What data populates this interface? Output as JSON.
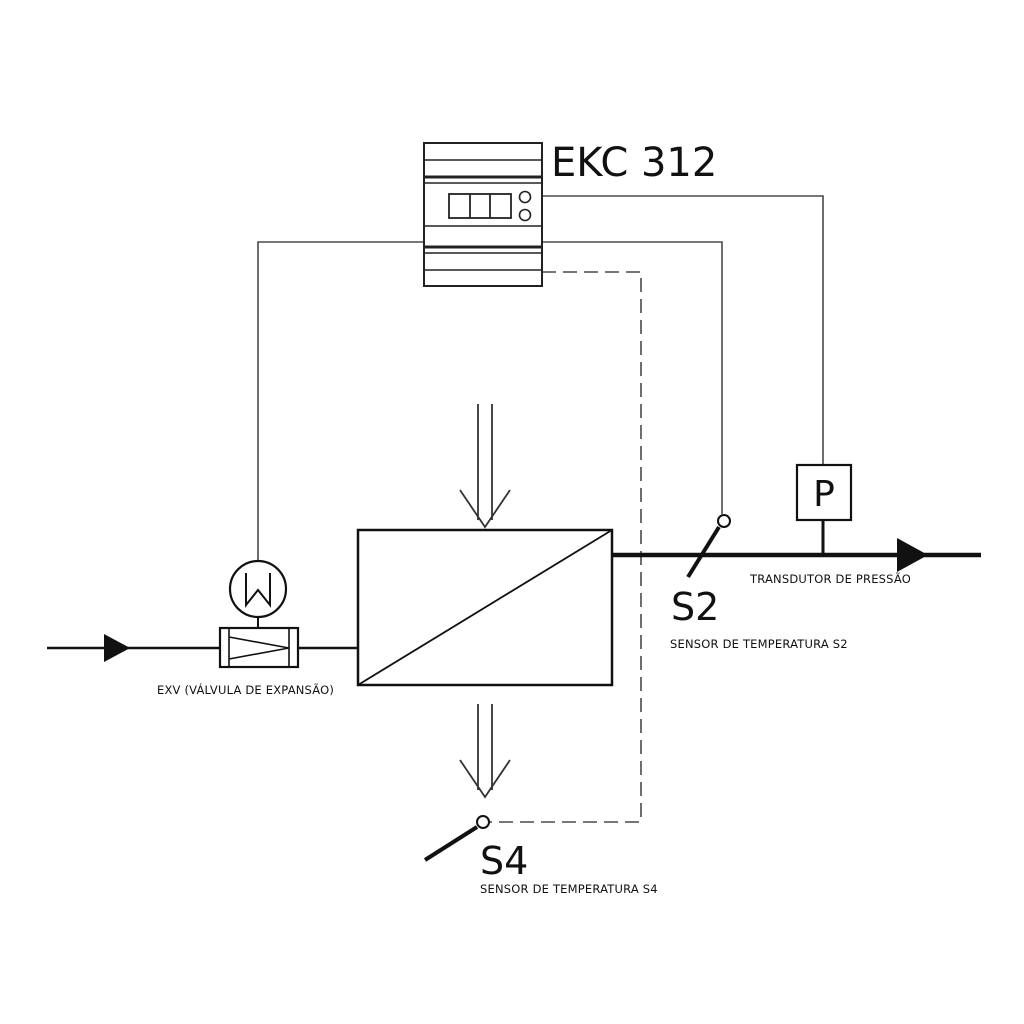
{
  "controller": {
    "label": "EKC 312"
  },
  "sensors": {
    "s2": {
      "tag": "S2",
      "caption": "SENSOR DE TEMPERATURA S2"
    },
    "s4": {
      "tag": "S4",
      "caption": "SENSOR DE TEMPERATURA S4"
    }
  },
  "pressure_transducer": {
    "letter": "P",
    "caption": "TRANSDUTOR DE PRESSÃO"
  },
  "valve": {
    "caption": "EXV (VÁLVULA DE EXPANSÃO)"
  },
  "colors": {
    "line": "#111111",
    "wire": "#4a4a4a",
    "background": "#ffffff"
  }
}
